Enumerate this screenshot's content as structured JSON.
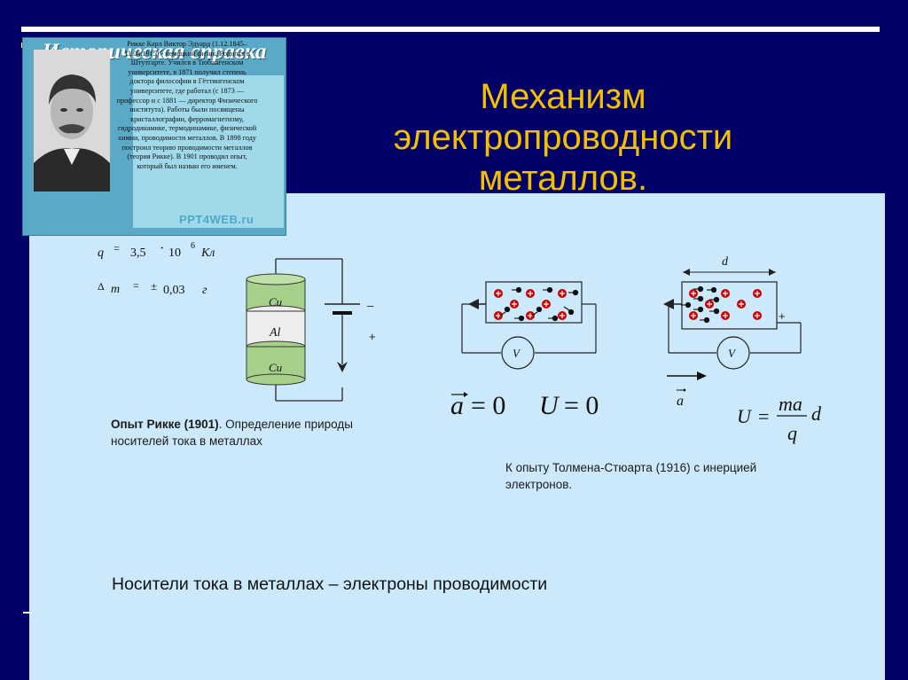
{
  "title": {
    "line1": "Механизм",
    "line2": "электропроводности",
    "line3": "металлов."
  },
  "historical_note": {
    "heading": "Историческая справка",
    "text": "Рикке Карл Виктор Эдуард (1.12.1845–11.06.1915) - немецкий физик. Родился в Штутгарте. Учился в Тюбингенском университете, в 1871 получил степень доктора философии в Гёттингенском университете, где работал (с 1873 — профессор и с 1881 — директор Физического института). Работы были посвящены кристаллографии, ферромагнетизму, гидродинамике, термодинамике, физической химии, проводимости металлов. В 1898 году построил теорию проводимости металлов (теория Рикке). В 1901 проводил опыт, который был назван его именем.",
    "watermark": "PPT4WEB.ru"
  },
  "riecke": {
    "q_label": "q",
    "q_eq": "=",
    "q_value": "3,5",
    "q_dot": "·",
    "q_ten": "10",
    "q_exp": "6",
    "q_unit": "Кл",
    "dm_delta": "Δ",
    "dm_label": "m",
    "dm_eq": "=",
    "dm_pm": "±",
    "dm_value": "0,03",
    "dm_unit": "г",
    "cyl_top": "Cu",
    "cyl_mid": "Al",
    "cyl_bot": "Cu",
    "minus": "–",
    "plus": "+",
    "caption_bold": "Опыт Рикке (1901)",
    "caption_rest": ". Определение природы носителей тока в металлах"
  },
  "tolman": {
    "voltmeter": "V",
    "eq1": "a = 0",
    "eq1_var": "a",
    "eq1_rhs": "= 0",
    "eq2_var": "U",
    "eq2_rhs": "= 0",
    "d_label": "d",
    "plus": "+",
    "accel_label": "a",
    "formula_lhs": "U",
    "formula_eq": "=",
    "formula_num": "ma",
    "formula_den": "q",
    "formula_d": "d",
    "caption": "К опыту Толмена-Стюарта (1916) с инерцией электронов."
  },
  "summary": "Носители тока  в металлах – электроны проводимости",
  "colors": {
    "background": "#000066",
    "panel": "#cce9fb",
    "title": "#f2c000",
    "cylinder": "#a6d08c",
    "particle": "#cc0000"
  }
}
